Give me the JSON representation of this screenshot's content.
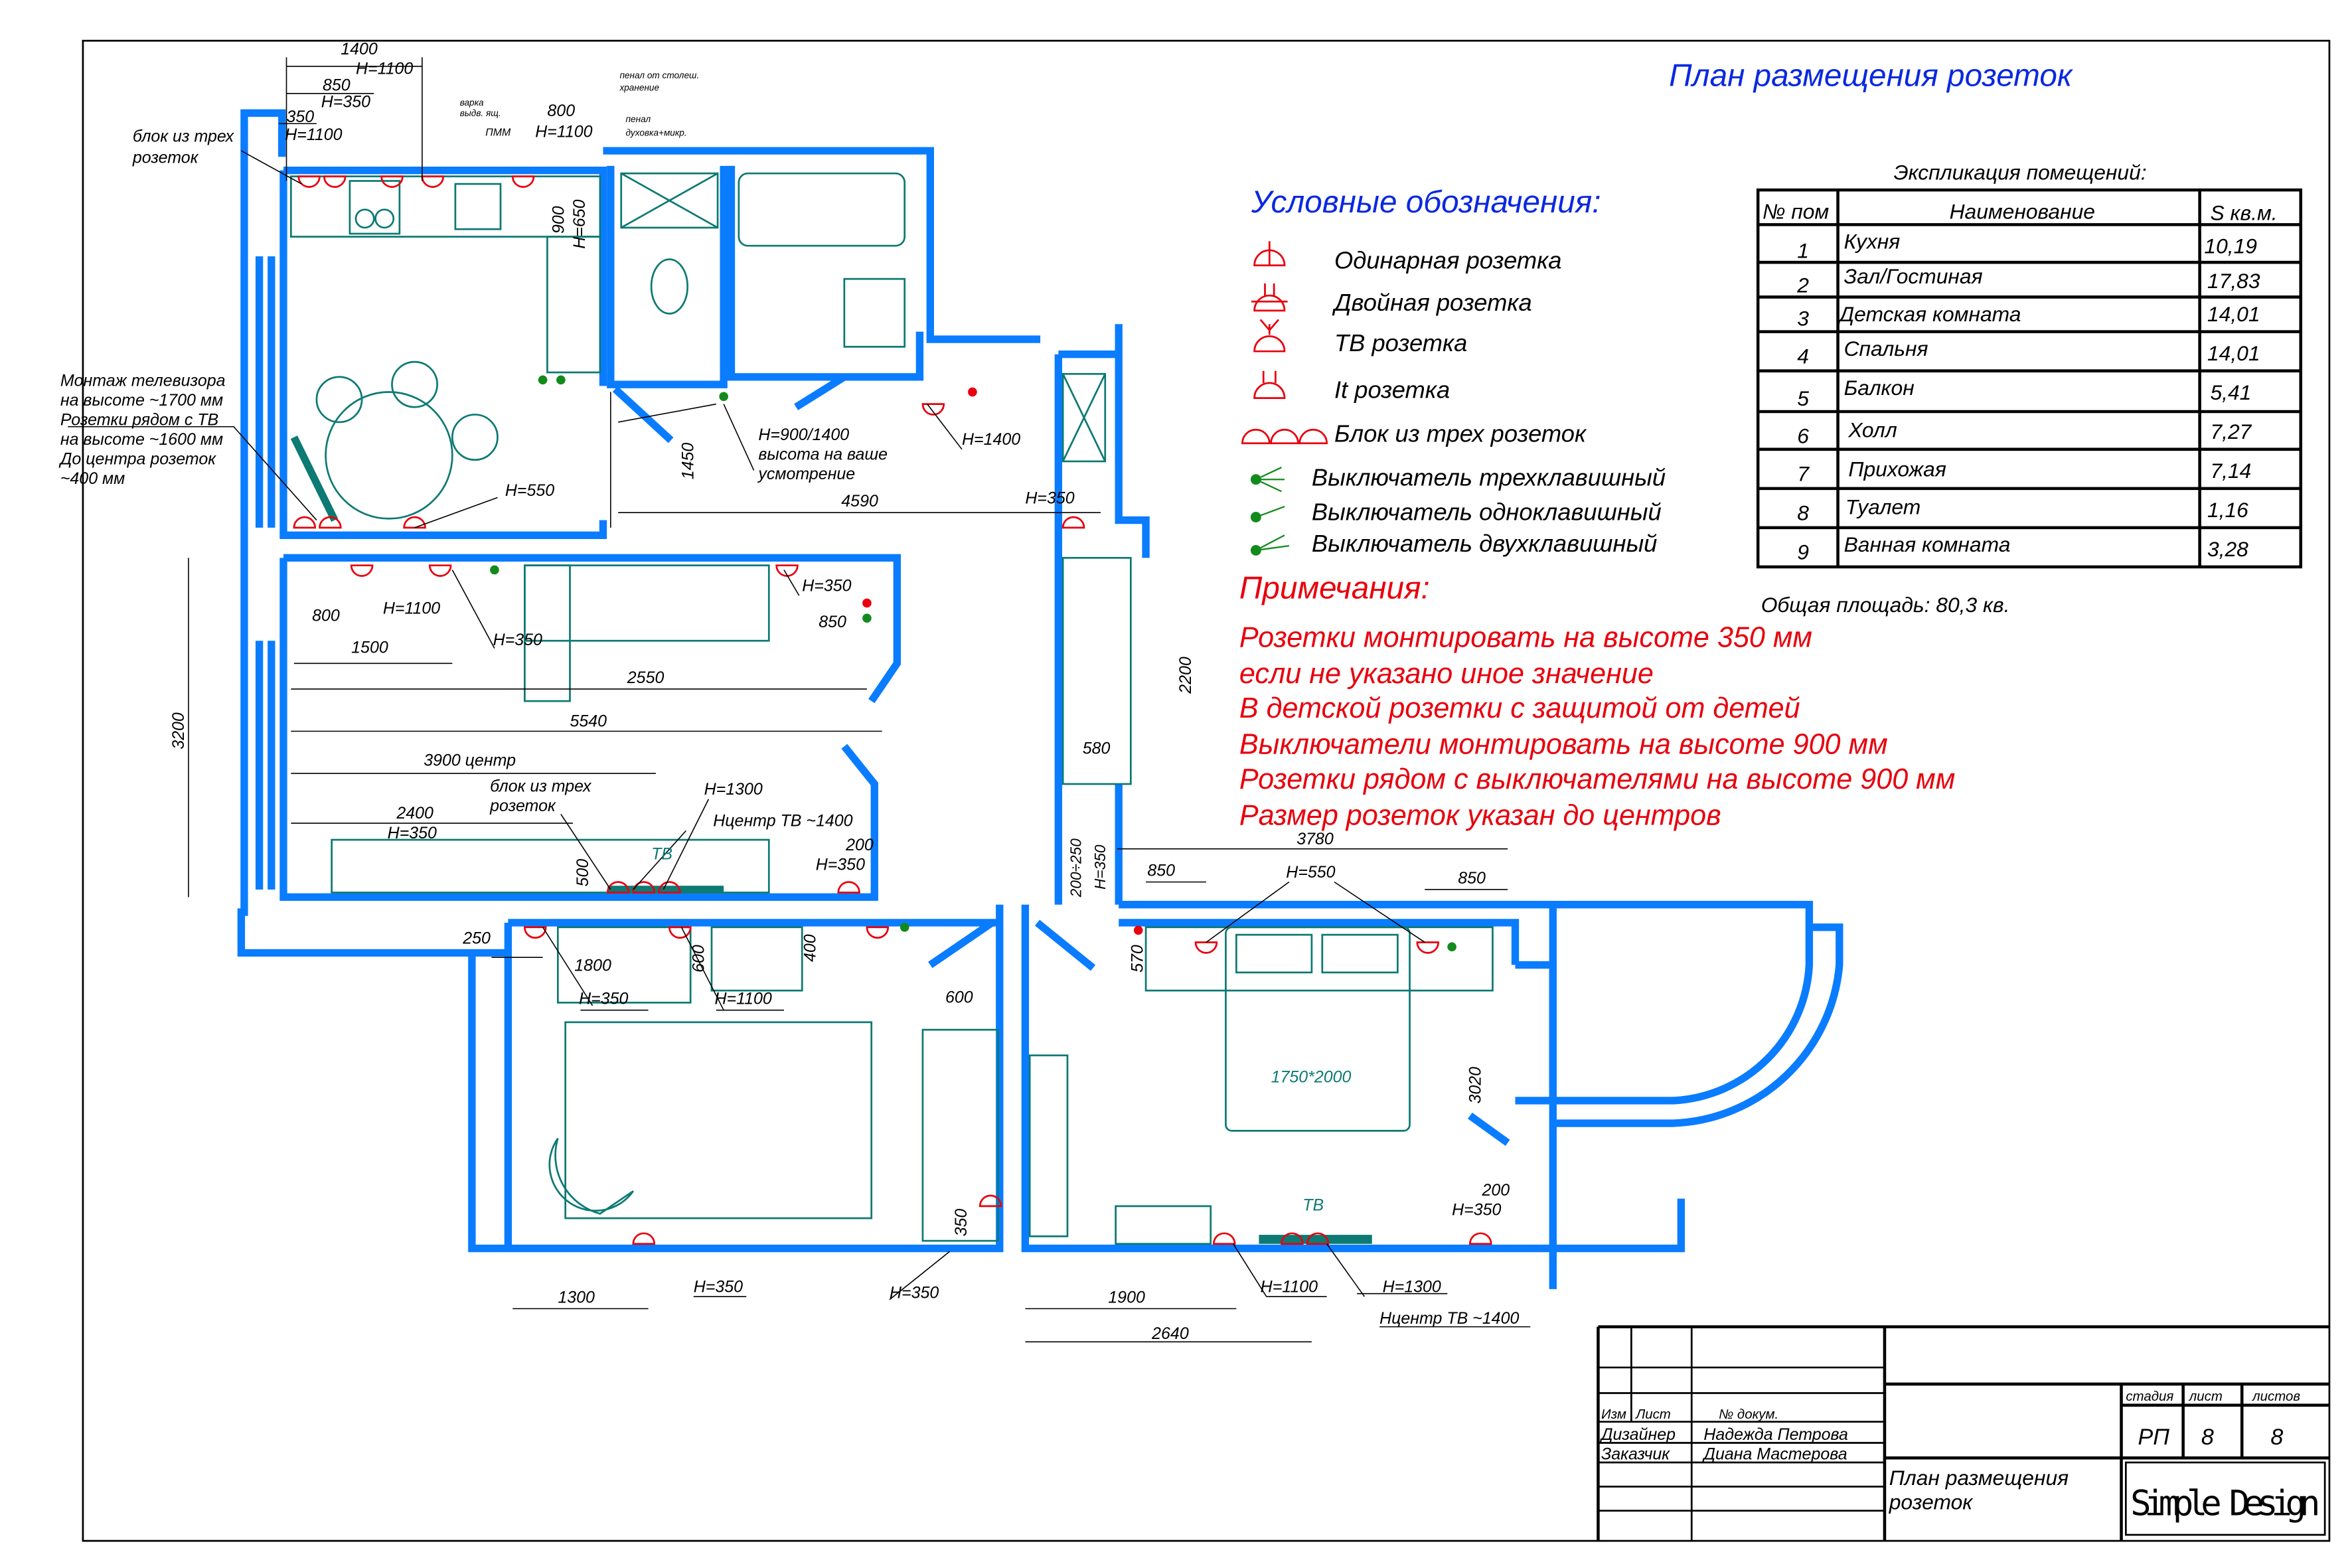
{
  "title": "План размещения розеток",
  "legend": {
    "heading": "Условные обозначения:",
    "items": [
      "Одинарная розетка",
      "Двойная розетка",
      "ТВ розетка",
      "It розетка",
      "Блок из трех розеток",
      "Выключатель трехклавишный",
      "Выключатель одноклавишный",
      "Выключатель двухклавишный"
    ],
    "symbols": [
      "single-outlet-icon",
      "double-outlet-icon",
      "tv-outlet-icon",
      "it-outlet-icon",
      "triple-outlet-block-icon",
      "triple-switch-icon",
      "single-switch-icon",
      "double-switch-icon"
    ]
  },
  "notes": {
    "heading": "Примечания:",
    "lines": [
      "Розетки монтировать на высоте 350 мм",
      "если не указано иное значение",
      "В детской розетки с защитой от детей",
      "Выключатели монтировать на высоте 900 мм",
      "Розетки рядом с выключателями на высоте 900  мм",
      "Размер розеток указан до центров"
    ]
  },
  "explication": {
    "heading": "Экспликация помещений:",
    "columns": [
      "№ пом",
      "Наименование",
      "S кв.м."
    ],
    "rows": [
      [
        "1",
        "Кухня",
        "10,19"
      ],
      [
        "2",
        "Зал/Гостиная",
        "17,83"
      ],
      [
        "3",
        "Детская комната",
        "14,01"
      ],
      [
        "4",
        "Спальня",
        "14,01"
      ],
      [
        "5",
        "Балкон",
        "5,41"
      ],
      [
        "6",
        "Холл",
        "7,27"
      ],
      [
        "7",
        "Прихожая",
        "7,14"
      ],
      [
        "8",
        "Туалет",
        "1,16"
      ],
      [
        "9",
        "Ванная комната",
        "3,28"
      ]
    ],
    "total": "Общая площадь:  80,3 кв."
  },
  "plan": {
    "labels": [
      "1400",
      "H=1100",
      "850",
      "H=350",
      "350",
      "H=1100",
      "блок из трех",
      "розеток",
      "варка",
      "выдв. ящ.",
      "ПММ",
      "800",
      "H=1100",
      "пенал от столеш.",
      "хранение",
      "пенал",
      "духовка+микр.",
      "900",
      "H=650",
      "Монтаж телевизора",
      "на высоте ~1700 мм",
      "Розетки рядом с ТВ",
      "на высоте ~1600 мм",
      "До центра розеток",
      "~400 мм",
      "H=550",
      "1450",
      "H=900/1400",
      "высота на ваше",
      "усмотрение",
      "H=1400",
      "4590",
      "H=350",
      "H=350",
      "850",
      "800",
      "H=1100",
      "H=350",
      "1500",
      "2550",
      "5540",
      "3200",
      "2200",
      "580",
      "3900 центр",
      "блок из трех",
      "розеток",
      "H=1300",
      "Нцентр ТВ ~1400",
      "2400",
      "H=350",
      "ТВ",
      "500",
      "200",
      "H=350",
      "200÷250",
      "H=350",
      "3780",
      "H=550",
      "850",
      "850",
      "570",
      "250",
      "1800",
      "H=350",
      "H=1100",
      "600",
      "400",
      "600",
      "1750*2000",
      "3020",
      "ТВ",
      "200",
      "H=350",
      "350",
      "1300",
      "H=350",
      "H=350",
      "1900",
      "2640",
      "H=1100",
      "H=1300",
      "Нцентр ТВ ~1400"
    ]
  },
  "title_block": {
    "headers": [
      "Изм",
      "Лист",
      "№ докум."
    ],
    "roles": [
      "Дизайнер",
      "Заказчик"
    ],
    "names": [
      "Надежда Петрова",
      "Диана Мастерова"
    ],
    "stage_label": "стадия",
    "sheet_label": "лист",
    "sheets_label": "листов",
    "stage": "РП",
    "sheet": "8",
    "sheets": "8",
    "drawing_name_1": "План размещения",
    "drawing_name_2": "розеток",
    "company": "Simple Design"
  },
  "colors": {
    "walls": "#0a7cff",
    "furniture": "#0d7a73",
    "outlets": "#e8000d",
    "switches": "#138a1d",
    "title": "#0a28e0"
  }
}
